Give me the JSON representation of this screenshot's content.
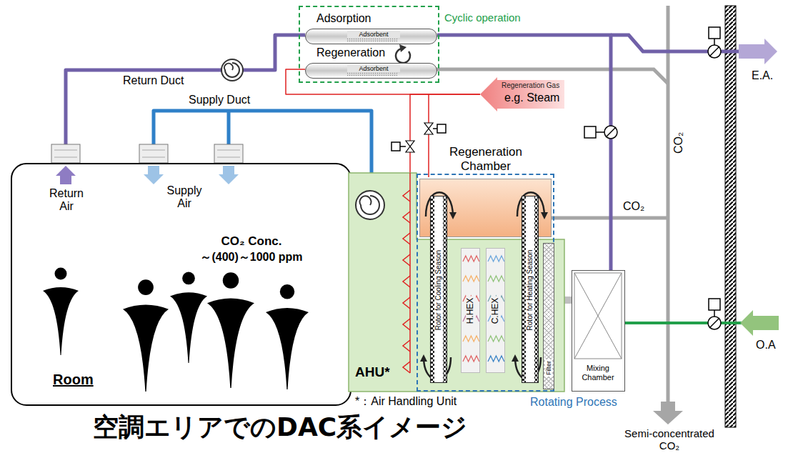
{
  "diagram": {
    "title": "空調エリアでのDAC系イメージ",
    "nodes": [
      {
        "text": [
          "CO₂ Conc.",
          "～(400)～1000 ppm",
          "Room"
        ]
      },
      {
        "text": [
          "Cyclic operation"
        ]
      },
      {
        "text": [
          "Adsorption",
          "Adsorbent"
        ],
        "in": 1
      },
      {
        "text": [
          "Regeneration",
          "Adsorbent"
        ],
        "in": 1
      },
      {
        "text": [
          "Regeneration Gas",
          "e.g. Steam"
        ]
      },
      {
        "text": [
          "AHU*"
        ]
      },
      {
        "text": [
          "Rotating Process"
        ],
        "in": 5
      },
      {
        "text": [
          "Regeneration Chamber"
        ],
        "in": 6
      },
      {
        "text": [
          "Rotor for Cooling Season"
        ],
        "in": 6
      },
      {
        "text": [
          "H.HEX"
        ],
        "in": 6
      },
      {
        "text": [
          "C.HEX"
        ],
        "in": 6
      },
      {
        "text": [
          "Rotor for Heating Season"
        ],
        "in": 6
      },
      {
        "text": [
          "Filter"
        ],
        "in": 6
      },
      {
        "text": [
          "Mixing Chamber"
        ]
      }
    ],
    "edges": [
      {
        "from": 0,
        "to": 2,
        "arrow": "none",
        "label": "Return Duct"
      },
      {
        "from": 5,
        "to": 0,
        "arrow": "none",
        "label": "Supply Duct"
      },
      {
        "from": 4,
        "to": 3,
        "arrow": "none"
      },
      {
        "from": 4,
        "to": 5,
        "arrow": "none"
      },
      {
        "from": 2,
        "to": 13,
        "arrow": "none"
      },
      {
        "from": 13,
        "to": 5,
        "arrow": "none"
      }
    ],
    "labels": [
      "Return Air",
      "Supply Air",
      "CO₂",
      "CO₂",
      "E.A.",
      "O.A",
      "Semi-concentrated CO₂",
      "*：Air Handling Unit"
    ]
  }
}
